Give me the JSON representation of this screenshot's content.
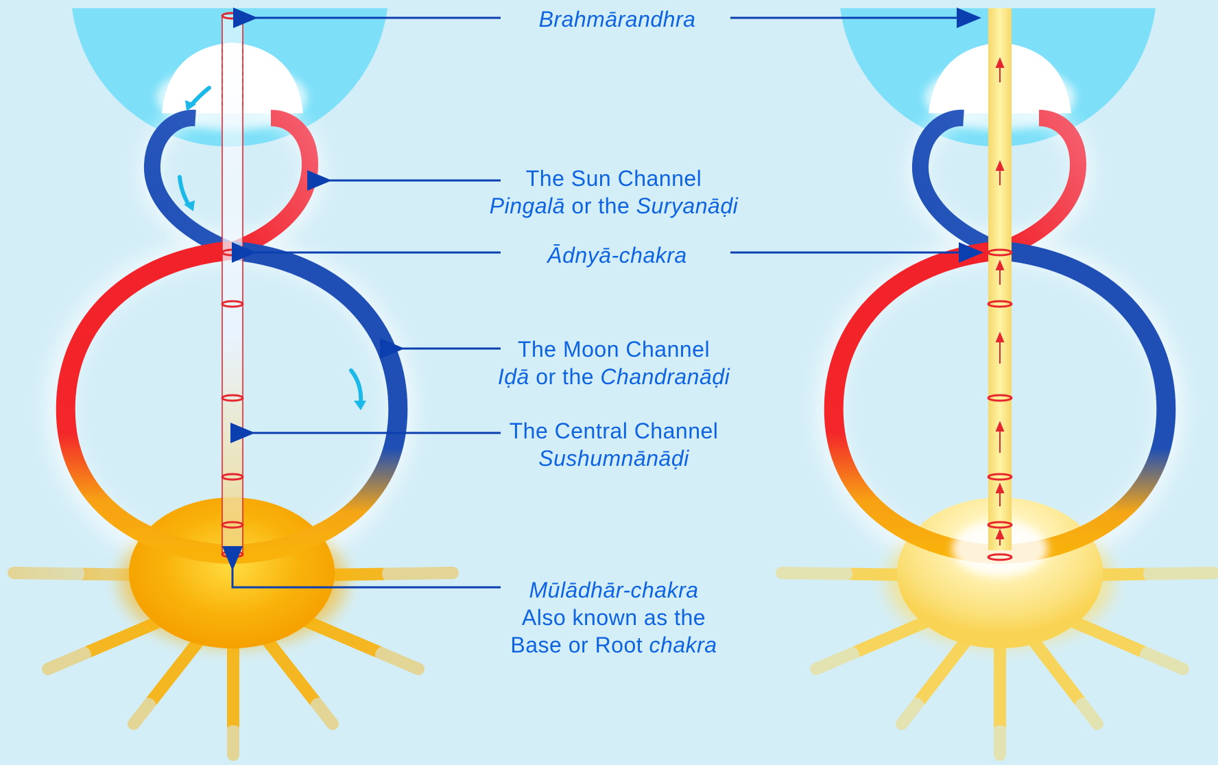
{
  "labels": {
    "brahmarandhra": "Brahmārandhra",
    "sun_title": "The Sun Channel",
    "sun_sub_a": "Pingalā",
    "sun_sub_b": " or the ",
    "sun_sub_c": "Suryanāḍi",
    "adnya": "Ādnyā-chakra",
    "moon_title": "The Moon Channel",
    "moon_sub_a": "Iḍā",
    "moon_sub_b": " or the ",
    "moon_sub_c": "Chandranāḍi",
    "central_title": "The Central Channel",
    "central_sub": "Sushumnānāḍi",
    "muladhar": "Mūlādhār-chakra",
    "muladhar_l2": "Also known as the",
    "muladhar_l3a": "Base or Root ",
    "muladhar_l3b": "chakra"
  },
  "colors": {
    "background": "#d4eef7",
    "label_text": "#0d63e0",
    "arrow": "#0b3fb0",
    "sun_channel": "#f2222a",
    "moon_channel": "#1f4fb5",
    "base_glow": "#f8b10a",
    "head_dome": "#7de0f8",
    "central_channel_awakened": "#fbe889"
  },
  "icons": [
    "arrow-left-icon",
    "arrow-right-icon",
    "curved-arrow-icon",
    "upward-arrow-icon",
    "chakra-ring-icon"
  ]
}
